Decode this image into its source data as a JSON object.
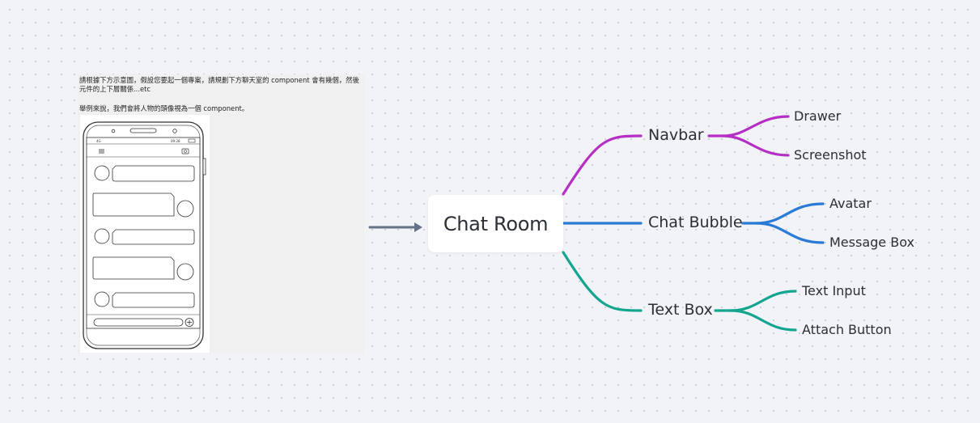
{
  "note": {
    "paragraph1": "請根據下方示意圖，假設您要起一個專案，請規劃下方聊天室的 component 會有幾個，然後元件的上下層關係...etc",
    "paragraph2": "舉例來說，我們會將人物的頭像視為一個 component。",
    "phone_status_left": "4G",
    "phone_status_right": "09:28"
  },
  "mindmap": {
    "root": "Chat Room",
    "branches": [
      {
        "label": "Navbar",
        "color": "#b62fc4",
        "children": [
          "Drawer",
          "Screenshot"
        ]
      },
      {
        "label": "Chat Bubble",
        "color": "#2b7bd6",
        "children": [
          "Avatar",
          "Message Box"
        ]
      },
      {
        "label": "Text Box",
        "color": "#14a591",
        "children": [
          "Text Input",
          "Attach Button"
        ]
      }
    ]
  },
  "colors": {
    "arrow": "#647187",
    "background": "#f1f3f6"
  }
}
